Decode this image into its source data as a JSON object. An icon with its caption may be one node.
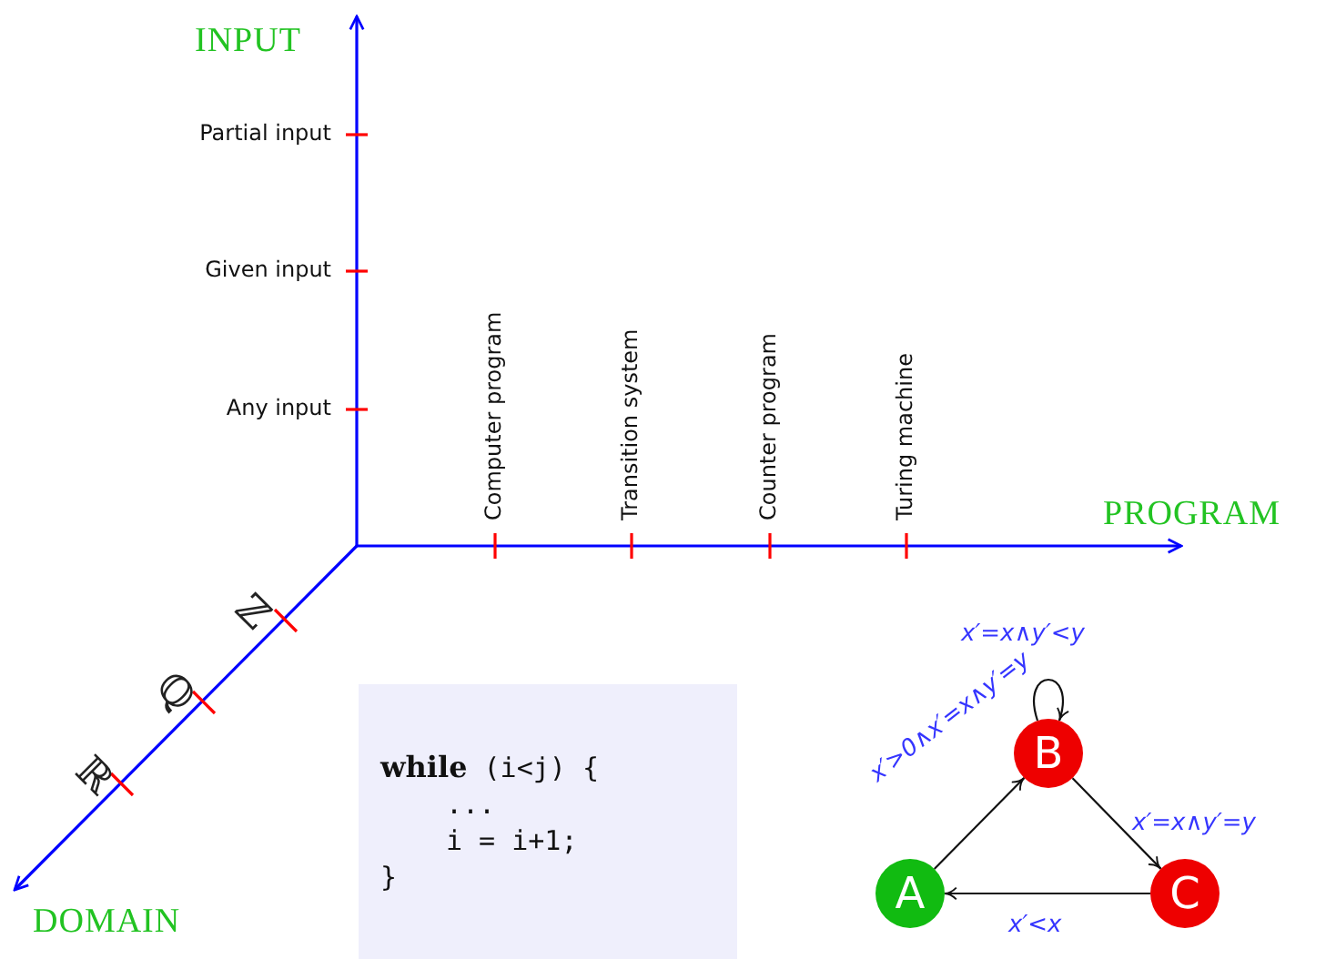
{
  "diagram": {
    "nodes": [
      {
        "text": [
          "**while** (i<j) {",
          "...",
          "i = i+1;",
          "}"
        ]
      },
      {
        "text": [
          "B"
        ]
      },
      {
        "text": [
          "A"
        ]
      },
      {
        "text": [
          "C"
        ]
      }
    ],
    "edges": [
      {
        "from": 2,
        "to": 1,
        "arrow": "to",
        "label": "x′>0∧x′=x∧y′=y"
      },
      {
        "from": 1,
        "to": 1,
        "arrow": "to",
        "label": "x′=x∧y′<y"
      },
      {
        "from": 1,
        "to": 3,
        "arrow": "to",
        "label": "x′=x∧y′=y"
      },
      {
        "from": 3,
        "to": 2,
        "arrow": "to",
        "label": "x′<x"
      }
    ],
    "labels": [
      "INPUT",
      "Partial input",
      "Given input",
      "Any input",
      "Computer program",
      "Transition system",
      "Counter program",
      "Turing machine",
      "PROGRAM",
      "ℤ",
      "ℚ",
      "ℝ",
      "DOMAIN"
    ]
  }
}
